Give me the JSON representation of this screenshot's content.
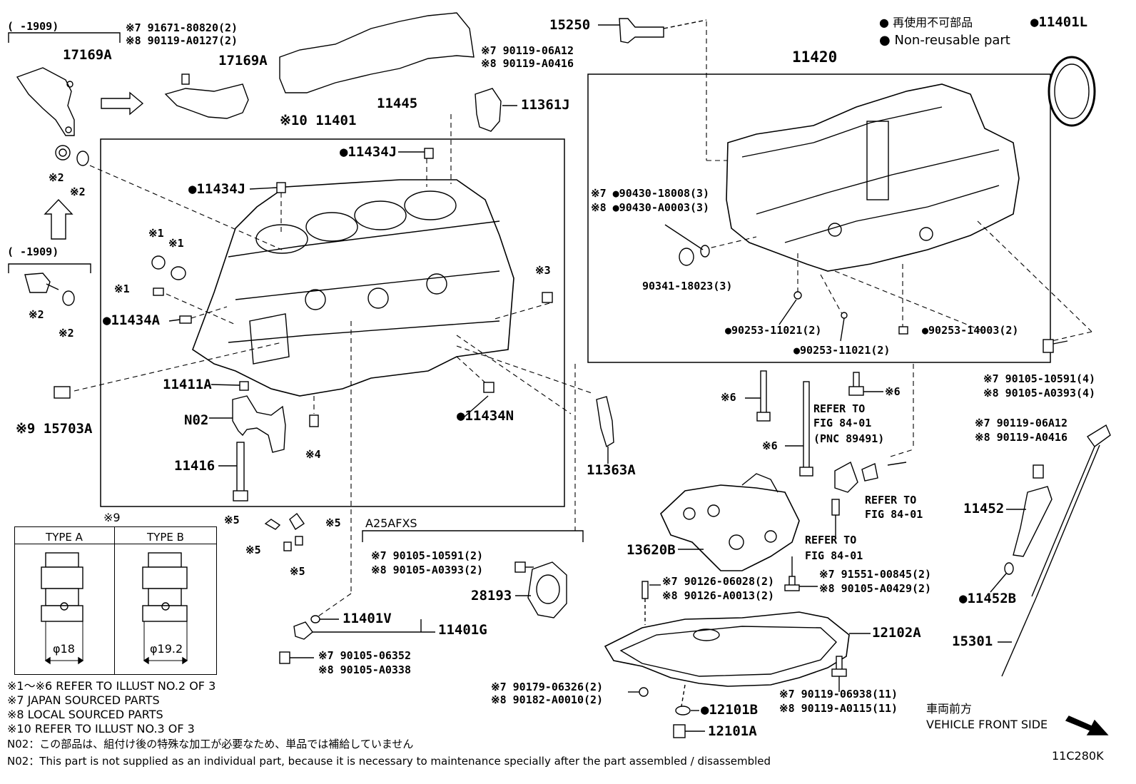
{
  "figure_code": "11C280K",
  "legend": {
    "non_reusable_ja": "再使用不可部品",
    "non_reusable_en": "Non-reusable part"
  },
  "vehicle_front": {
    "ja": "車両前方",
    "en": "VEHICLE FRONT SIDE"
  },
  "notes": [
    "※1～※6  REFER TO ILLUST NO.2 OF 3",
    "※7  JAPAN SOURCED PARTS",
    "※8  LOCAL SOURCED PARTS",
    "※10 REFER TO ILLUST NO.3 OF 3",
    "N02：この部品は、組付け後の特殊な加工が必要なため、単品では補給していません",
    "N02：This part is not supplied as an individual part, because it is necessary to maintenance specially after the part assembled / disassembled"
  ],
  "type_table": {
    "marker": "※9",
    "type_a": "TYPE A",
    "type_b": "TYPE B",
    "dim_a": "φ18",
    "dim_b": "φ19.2"
  },
  "labels": {
    "l_1909a": "(     -1909)",
    "l_1909b": "(     -1909)",
    "l_17169A_left": "17169A",
    "l_17169A_right": "17169A",
    "l_91671": "※7 91671-80820(2)",
    "l_90119_a0127": "※8 90119-A0127(2)",
    "l_11445": "11445",
    "l_15250": "15250",
    "l_90119_06a12_top": "※7 90119-06A12",
    "l_90119_a0416_top": "※8 90119-A0416",
    "l_11361J": "11361J",
    "l_11401_title": "※10 11401",
    "l_11434J_a": "●11434J",
    "l_11434J_b": "●11434J",
    "l_11434A": "●11434A",
    "l_11434N": "●11434N",
    "l_11411A": "11411A",
    "l_N02": "N02",
    "l_11416": "11416",
    "l_15703A": "※9 15703A",
    "l_s1a": "※1",
    "l_s1b": "※1",
    "l_s1c": "※1",
    "l_s2a": "※2",
    "l_s2b": "※2",
    "l_s2c": "※2",
    "l_s2d": "※2",
    "l_s3": "※3",
    "l_s4": "※4",
    "l_s5a": "※5",
    "l_s5b": "※5",
    "l_s5c": "※5",
    "l_s5d": "※5",
    "l_s6a": "※6",
    "l_s6b": "※6",
    "l_s6c": "※6",
    "l_11420": "11420",
    "l_11401L": "●11401L",
    "l_90430_18008": "※7 ●90430-18008(3)",
    "l_90430_a0003": "※8 ●90430-A0003(3)",
    "l_90341": "90341-18023(3)",
    "l_90253_a": "●90253-11021(2)",
    "l_90253_b": "●90253-11021(2)",
    "l_90253_14003": "●90253-14003(2)",
    "l_90105_10591_r": "※7 90105-10591(4)",
    "l_90105_a0393_r": "※8 90105-A0393(4)",
    "l_refer1": "REFER TO",
    "l_refer1b": "FIG 84-01",
    "l_refer1c": "(PNC 89491)",
    "l_refer2": "REFER TO",
    "l_refer2b": "FIG 84-01",
    "l_refer3": "REFER TO",
    "l_refer3b": "FIG 84-01",
    "l_90119_06a12_r": "※7 90119-06A12",
    "l_90119_a0416_r": "※8 90119-A0416",
    "l_11452": "11452",
    "l_11452B": "●11452B",
    "l_15301": "15301",
    "l_11363A": "11363A",
    "l_13620B": "13620B",
    "l_a25afxs": "A25AFXS",
    "l_90105_10591_m": "※7 90105-10591(2)",
    "l_90105_a0393_m": "※8 90105-A0393(2)",
    "l_28193": "28193",
    "l_11401V": "11401V",
    "l_11401G": "11401G",
    "l_90105_06352": "※7 90105-06352",
    "l_90105_a0338": "※8 90105-A0338",
    "l_90126_06028": "※7 90126-06028(2)",
    "l_90126_a0013": "※8 90126-A0013(2)",
    "l_91551": "※7 91551-00845(2)",
    "l_90105_a0429": "※8 90105-A0429(2)",
    "l_12102A": "12102A",
    "l_90179": "※7 90179-06326(2)",
    "l_90182": "※8 90182-A0010(2)",
    "l_12101B": "●12101B",
    "l_12101A": "12101A",
    "l_90119_06938": "※7 90119-06938(11)",
    "l_90119_a0115": "※8 90119-A0115(11)"
  }
}
